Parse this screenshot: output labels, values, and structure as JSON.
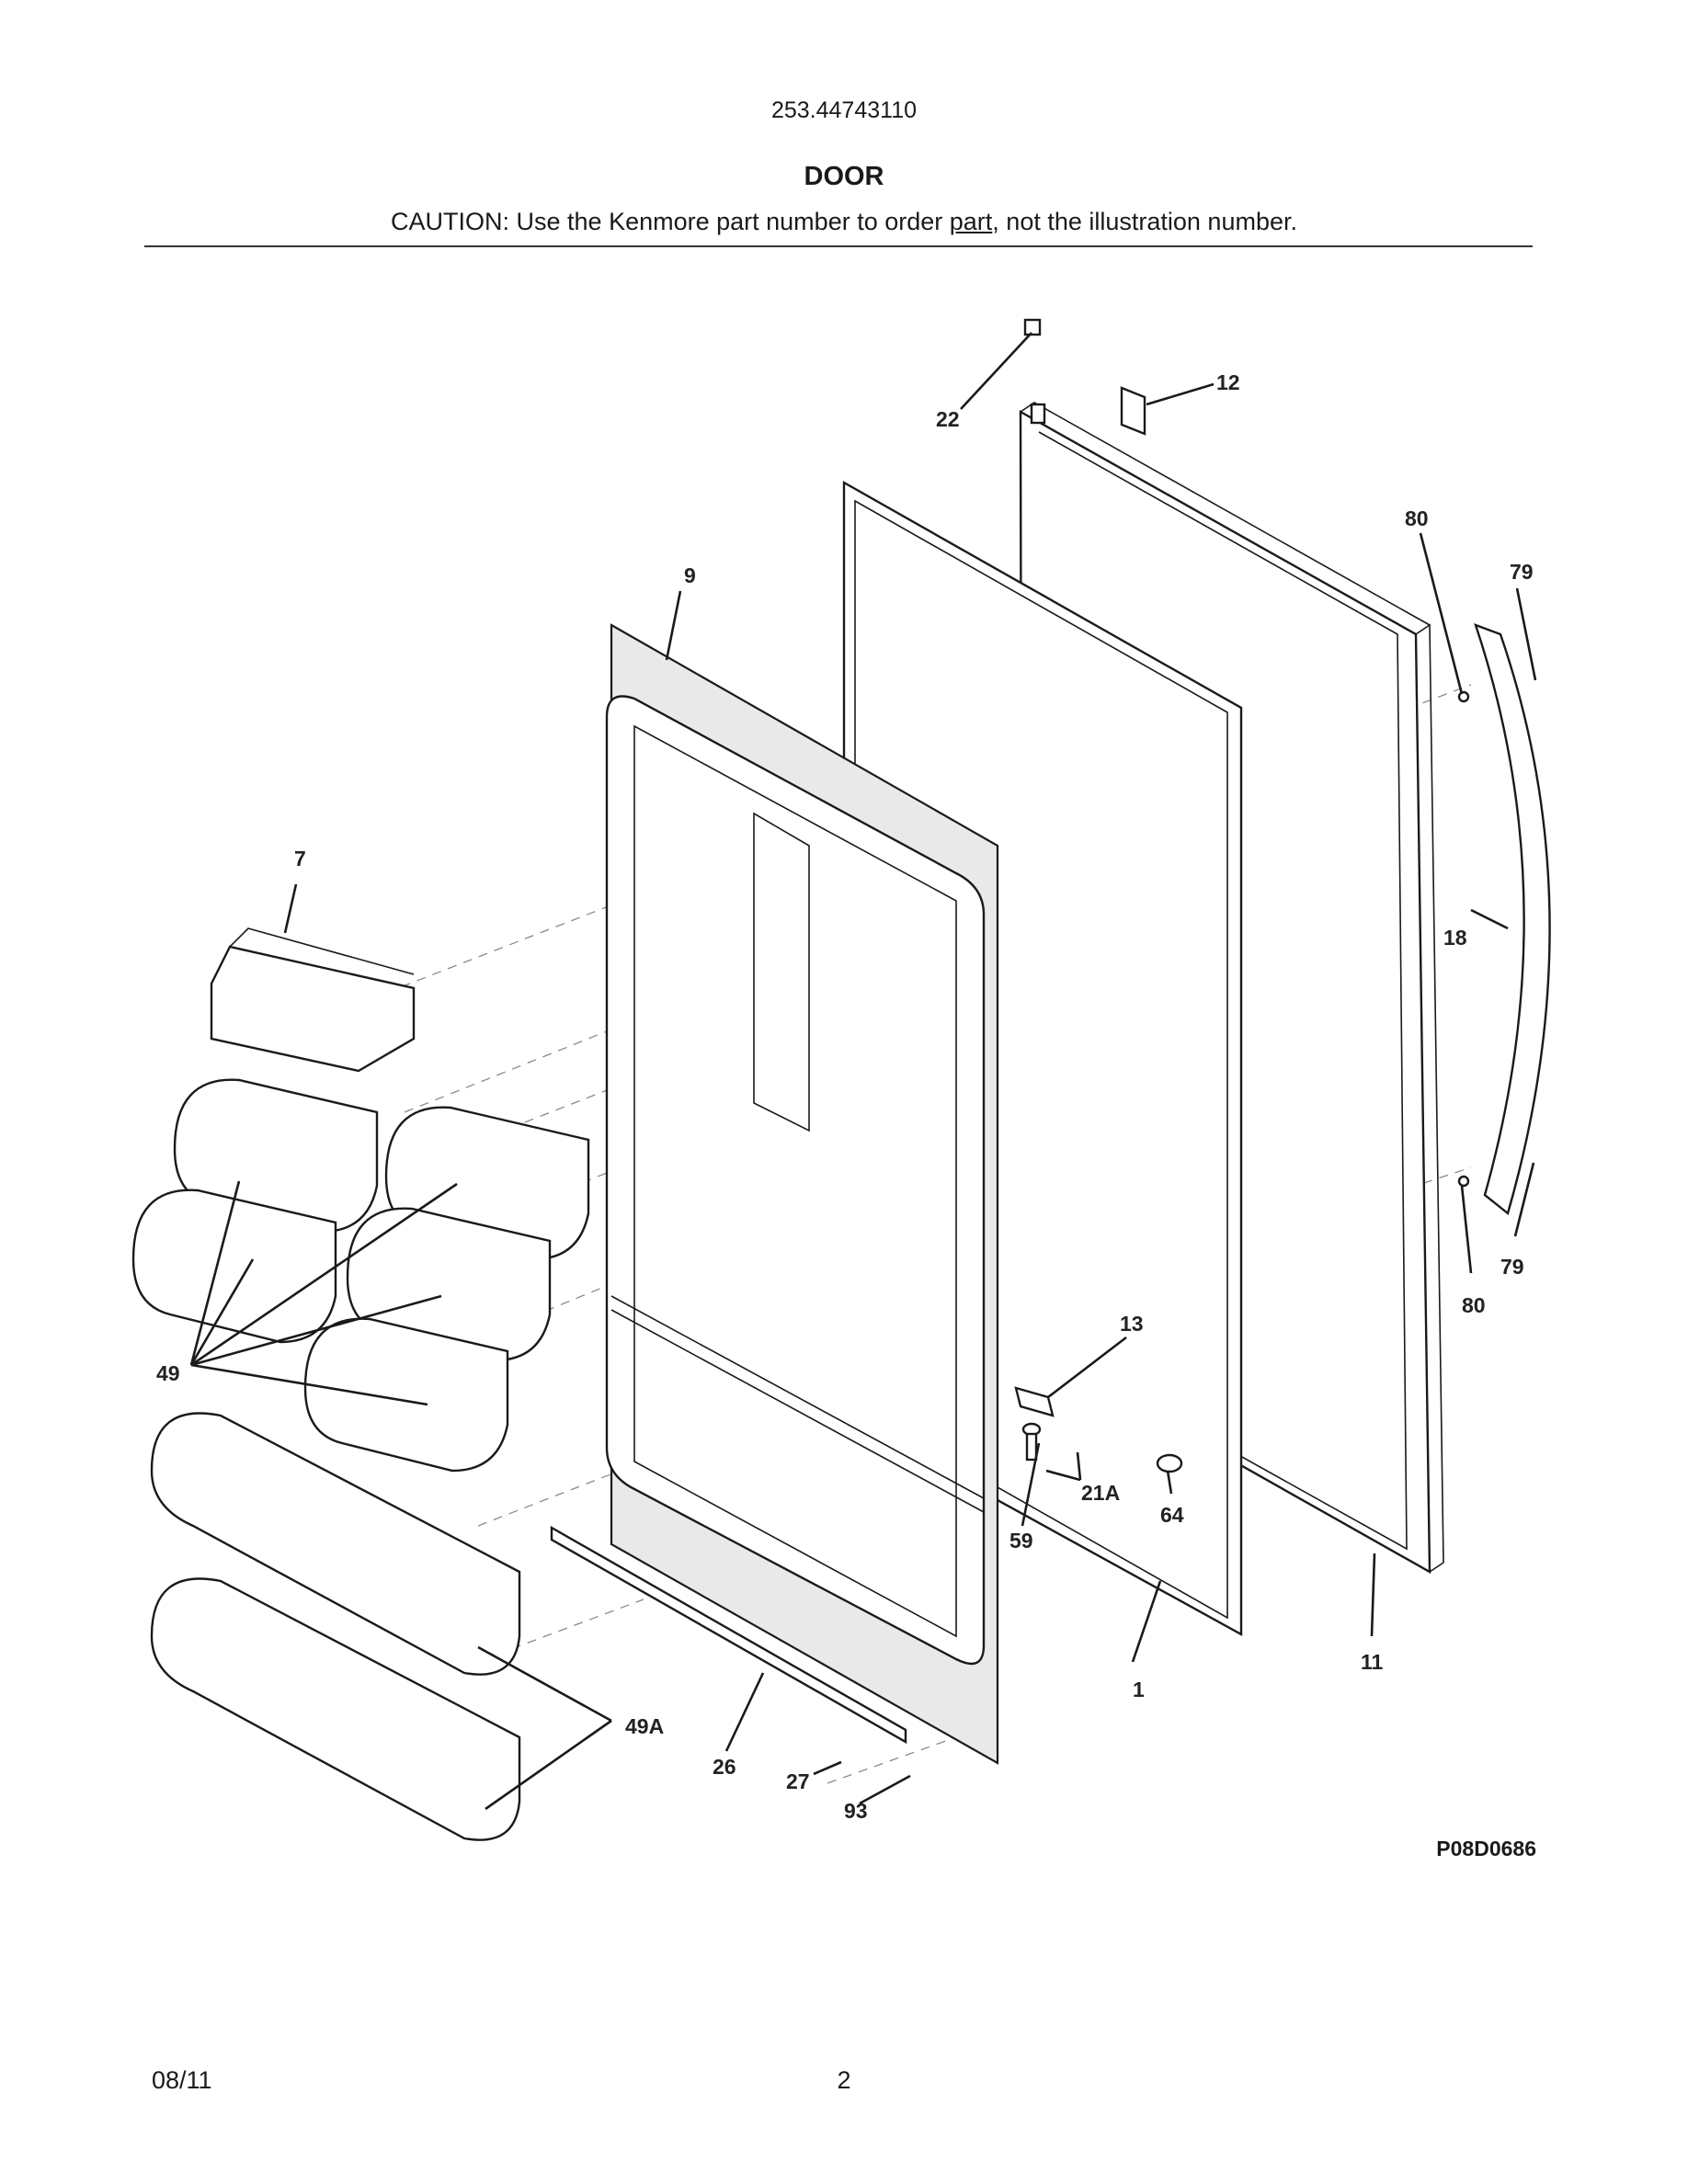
{
  "header": {
    "model_number": "253.44743110",
    "section_title": "DOOR",
    "caution_prefix": "CAUTION: Use the Kenmore part number to order ",
    "caution_underlined": "part",
    "caution_suffix": ", not the illustration number."
  },
  "figure_id": "P08D0686",
  "footer": {
    "date": "08/11",
    "page_number": "2"
  },
  "callouts": {
    "c1": "1",
    "c7": "7",
    "c9": "9",
    "c11": "11",
    "c12": "12",
    "c13": "13",
    "c18": "18",
    "c21a": "21A",
    "c22": "22",
    "c26": "26",
    "c27": "27",
    "c49": "49",
    "c49a": "49A",
    "c59": "59",
    "c64": "64",
    "c79a": "79",
    "c79b": "79",
    "c80a": "80",
    "c80b": "80",
    "c93": "93"
  }
}
